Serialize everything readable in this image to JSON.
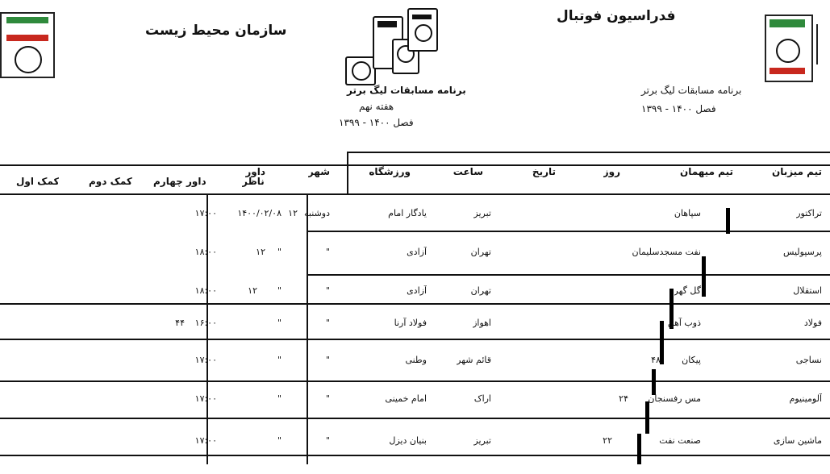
{
  "header": {
    "left_title": "سازمان محیط زیست",
    "right_title": "فدراسیون فوتبال",
    "line1": "برنامه مسابقات لیگ برتر",
    "line2": "هفته نهم",
    "line3": "فصل ۱۴۰۰ - ۱۳۹۹"
  },
  "table": {
    "header_row1": [
      "تیم میزبان",
      "تیم میهمان",
      "روز",
      "تاریخ",
      "ساعت",
      "ورزشگاه",
      "شهر",
      "داور"
    ],
    "header_row2": [
      "کمک اول",
      "کمک دوم",
      "داور چهارم",
      "ناظر"
    ],
    "rows": [
      {
        "c1": "تراکتور",
        "c2": "سپاهان",
        "c3": "دوشنبه",
        "c4": "۱۴۰۰/۰۲/۰۸",
        "c5": "۱۷:۰۰",
        "c6": "یادگار امام",
        "c7": "تبریز",
        "c8": "۱۲"
      },
      {
        "c1": "پرسپولیس",
        "c2": "نفت مسجدسلیمان",
        "c3": "\"",
        "c4": "\"",
        "c5": "۱۸:۰۰",
        "c6": "آزادی",
        "c7": "تهران",
        "c8": "۱۲"
      },
      {
        "c1": "استقلال",
        "c2": "گل گهر",
        "c3": "\"",
        "c4": "\"",
        "c5": "۱۸:۰۰",
        "c6": "آزادی",
        "c7": "تهران",
        "c8": "۱۲"
      },
      {
        "c1": "فولاد",
        "c2": "ذوب آهن",
        "c3": "\"",
        "c4": "\"",
        "c5": "۱۶:۰۰",
        "c6": "فولاد آرنا",
        "c7": "اهواز",
        "c8": "۴۴"
      },
      {
        "c1": "نساجی",
        "c2": "پیکان",
        "c3": "\"",
        "c4": "\"",
        "c5": "۱۷:۰۰",
        "c6": "وطنی",
        "c7": "قائم شهر",
        "c8": "۴۸"
      },
      {
        "c1": "آلومینیوم",
        "c2": "مس رفسنجان",
        "c3": "\"",
        "c4": "\"",
        "c5": "۱۷:۰۰",
        "c6": "امام خمینی",
        "c7": "اراک",
        "c8": "۲۴"
      },
      {
        "c1": "ماشین سازی",
        "c2": "صنعت نفت",
        "c3": "\"",
        "c4": "\"",
        "c5": "۱۷:۰۰",
        "c6": "بنیان دیزل",
        "c7": "تبریز",
        "c8": "۲۲"
      }
    ]
  }
}
